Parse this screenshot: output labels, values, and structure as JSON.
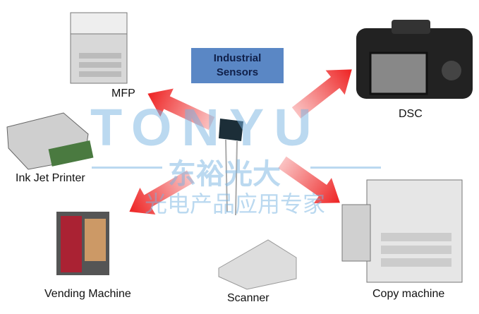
{
  "center": {
    "title_line1": "Industrial",
    "title_line2": "Sensors"
  },
  "devices": {
    "mfp": "MFP",
    "dsc": "DSC",
    "inkjet": "Ink Jet Printer",
    "vending": "Vending Machine",
    "scanner": "Scanner",
    "copy": "Copy machine"
  },
  "watermark": {
    "brand": "TONYU",
    "cn_name": "东裕光大",
    "slogan": "光电产品应用专家"
  },
  "colors": {
    "box": "#5a87c5",
    "arrow": "#ee3333",
    "watermark": "#78b4e1"
  }
}
